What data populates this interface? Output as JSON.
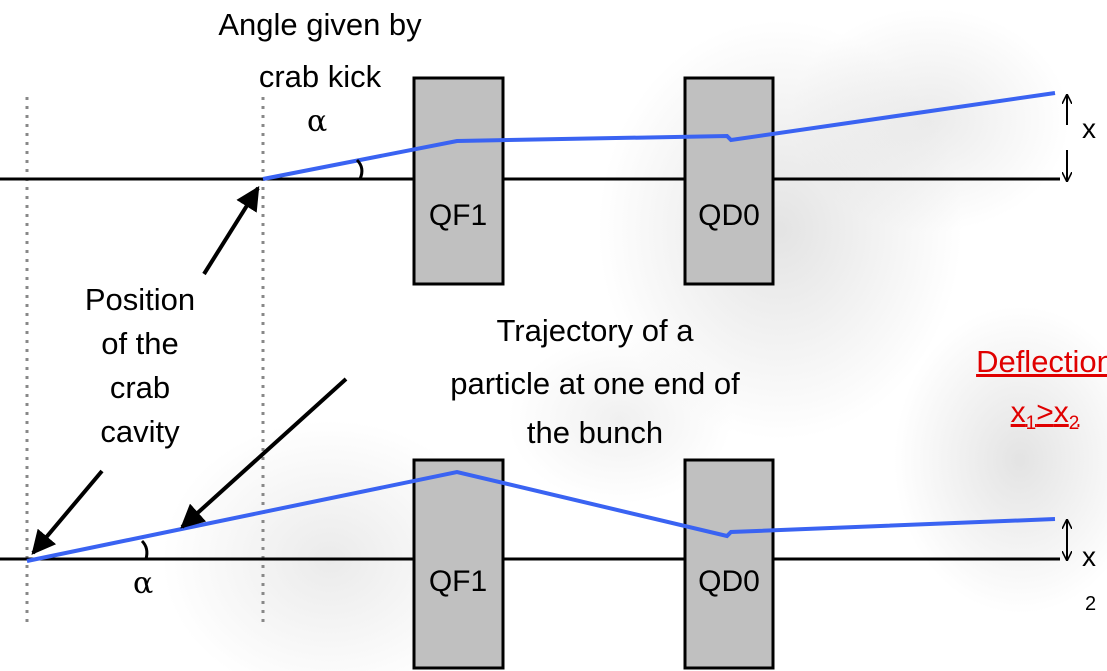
{
  "colors": {
    "trajectory": "#3a63f2",
    "magnet_fill": "#c0c0c0",
    "deflection": "#e00000"
  },
  "top": {
    "title_line1": "Angle given by",
    "title_line2": "crab kick",
    "alpha": "α",
    "magnet1": "QF1",
    "magnet2": "QD0",
    "x_label": "x"
  },
  "bottom": {
    "alpha": "α",
    "magnet1": "QF1",
    "magnet2": "QD0",
    "x_label": "x",
    "x_sub": "2"
  },
  "position_label": [
    "Position",
    "of the",
    "crab",
    "cavity"
  ],
  "trajectory_label": [
    "Trajectory of a",
    "particle at one end of",
    "the bunch"
  ],
  "deflection": {
    "word": "Deflection",
    "x": "x",
    "sub1": "1",
    "gt": ">",
    "sub2": "2"
  }
}
